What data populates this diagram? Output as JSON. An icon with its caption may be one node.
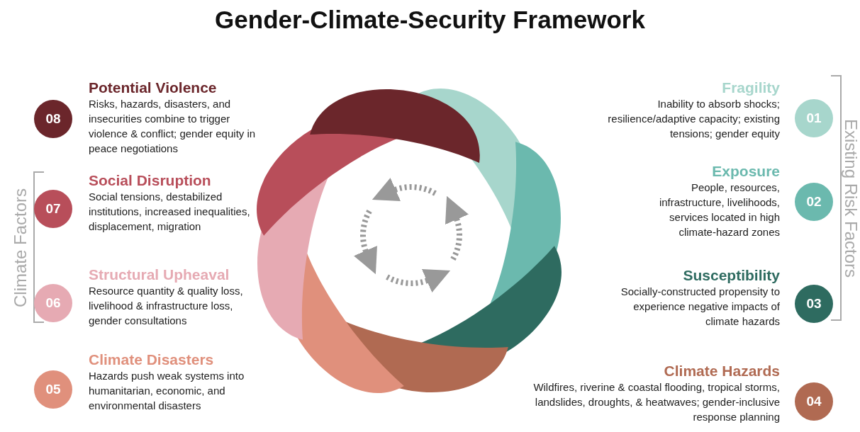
{
  "diagram": {
    "title": "Gender-Climate-Security Framework",
    "nodes": [
      {
        "text": [
          "Fragility",
          "Inability to absorb shocks; resilience/adaptive capacity; existing tensions; gender equity"
        ],
        "beside": [
          "01"
        ]
      },
      {
        "text": [
          "Exposure",
          "People, resources, infrastructure, livelihoods, services located in high climate-hazard zones"
        ],
        "beside": [
          "02"
        ]
      },
      {
        "text": [
          "Susceptibility",
          "Socially-constructed propensity to experience negative impacts of climate hazards"
        ],
        "beside": [
          "03"
        ]
      },
      {
        "text": [
          "Climate Hazards",
          "Wildfires, riverine & coastal flooding, tropical storms, landslides, droughts, & heatwaves; gender-inclusive response planning"
        ],
        "beside": [
          "04"
        ]
      },
      {
        "text": [
          "Climate Disasters",
          "Hazards push weak systems into humanitarian, economic, and environmental disasters"
        ],
        "beside": [
          "05"
        ]
      },
      {
        "text": [
          "Structural Upheaval",
          "Resource quantity & quality loss, livelihood & infrastructure loss, gender consultations"
        ],
        "beside": [
          "06"
        ]
      },
      {
        "text": [
          "Social Disruption",
          "Social tensions, destabilized institutions, increased inequalities, displacement, migration"
        ],
        "beside": [
          "07"
        ]
      },
      {
        "text": [
          "Potential Violence",
          "Risks, hazards, disasters, and insecurities combine to trigger violence & conflict; gender equity in peace negotiations"
        ],
        "beside": [
          "08"
        ]
      }
    ],
    "labels": [
      "Climate Factors",
      "Existing Risk Factors"
    ]
  }
}
